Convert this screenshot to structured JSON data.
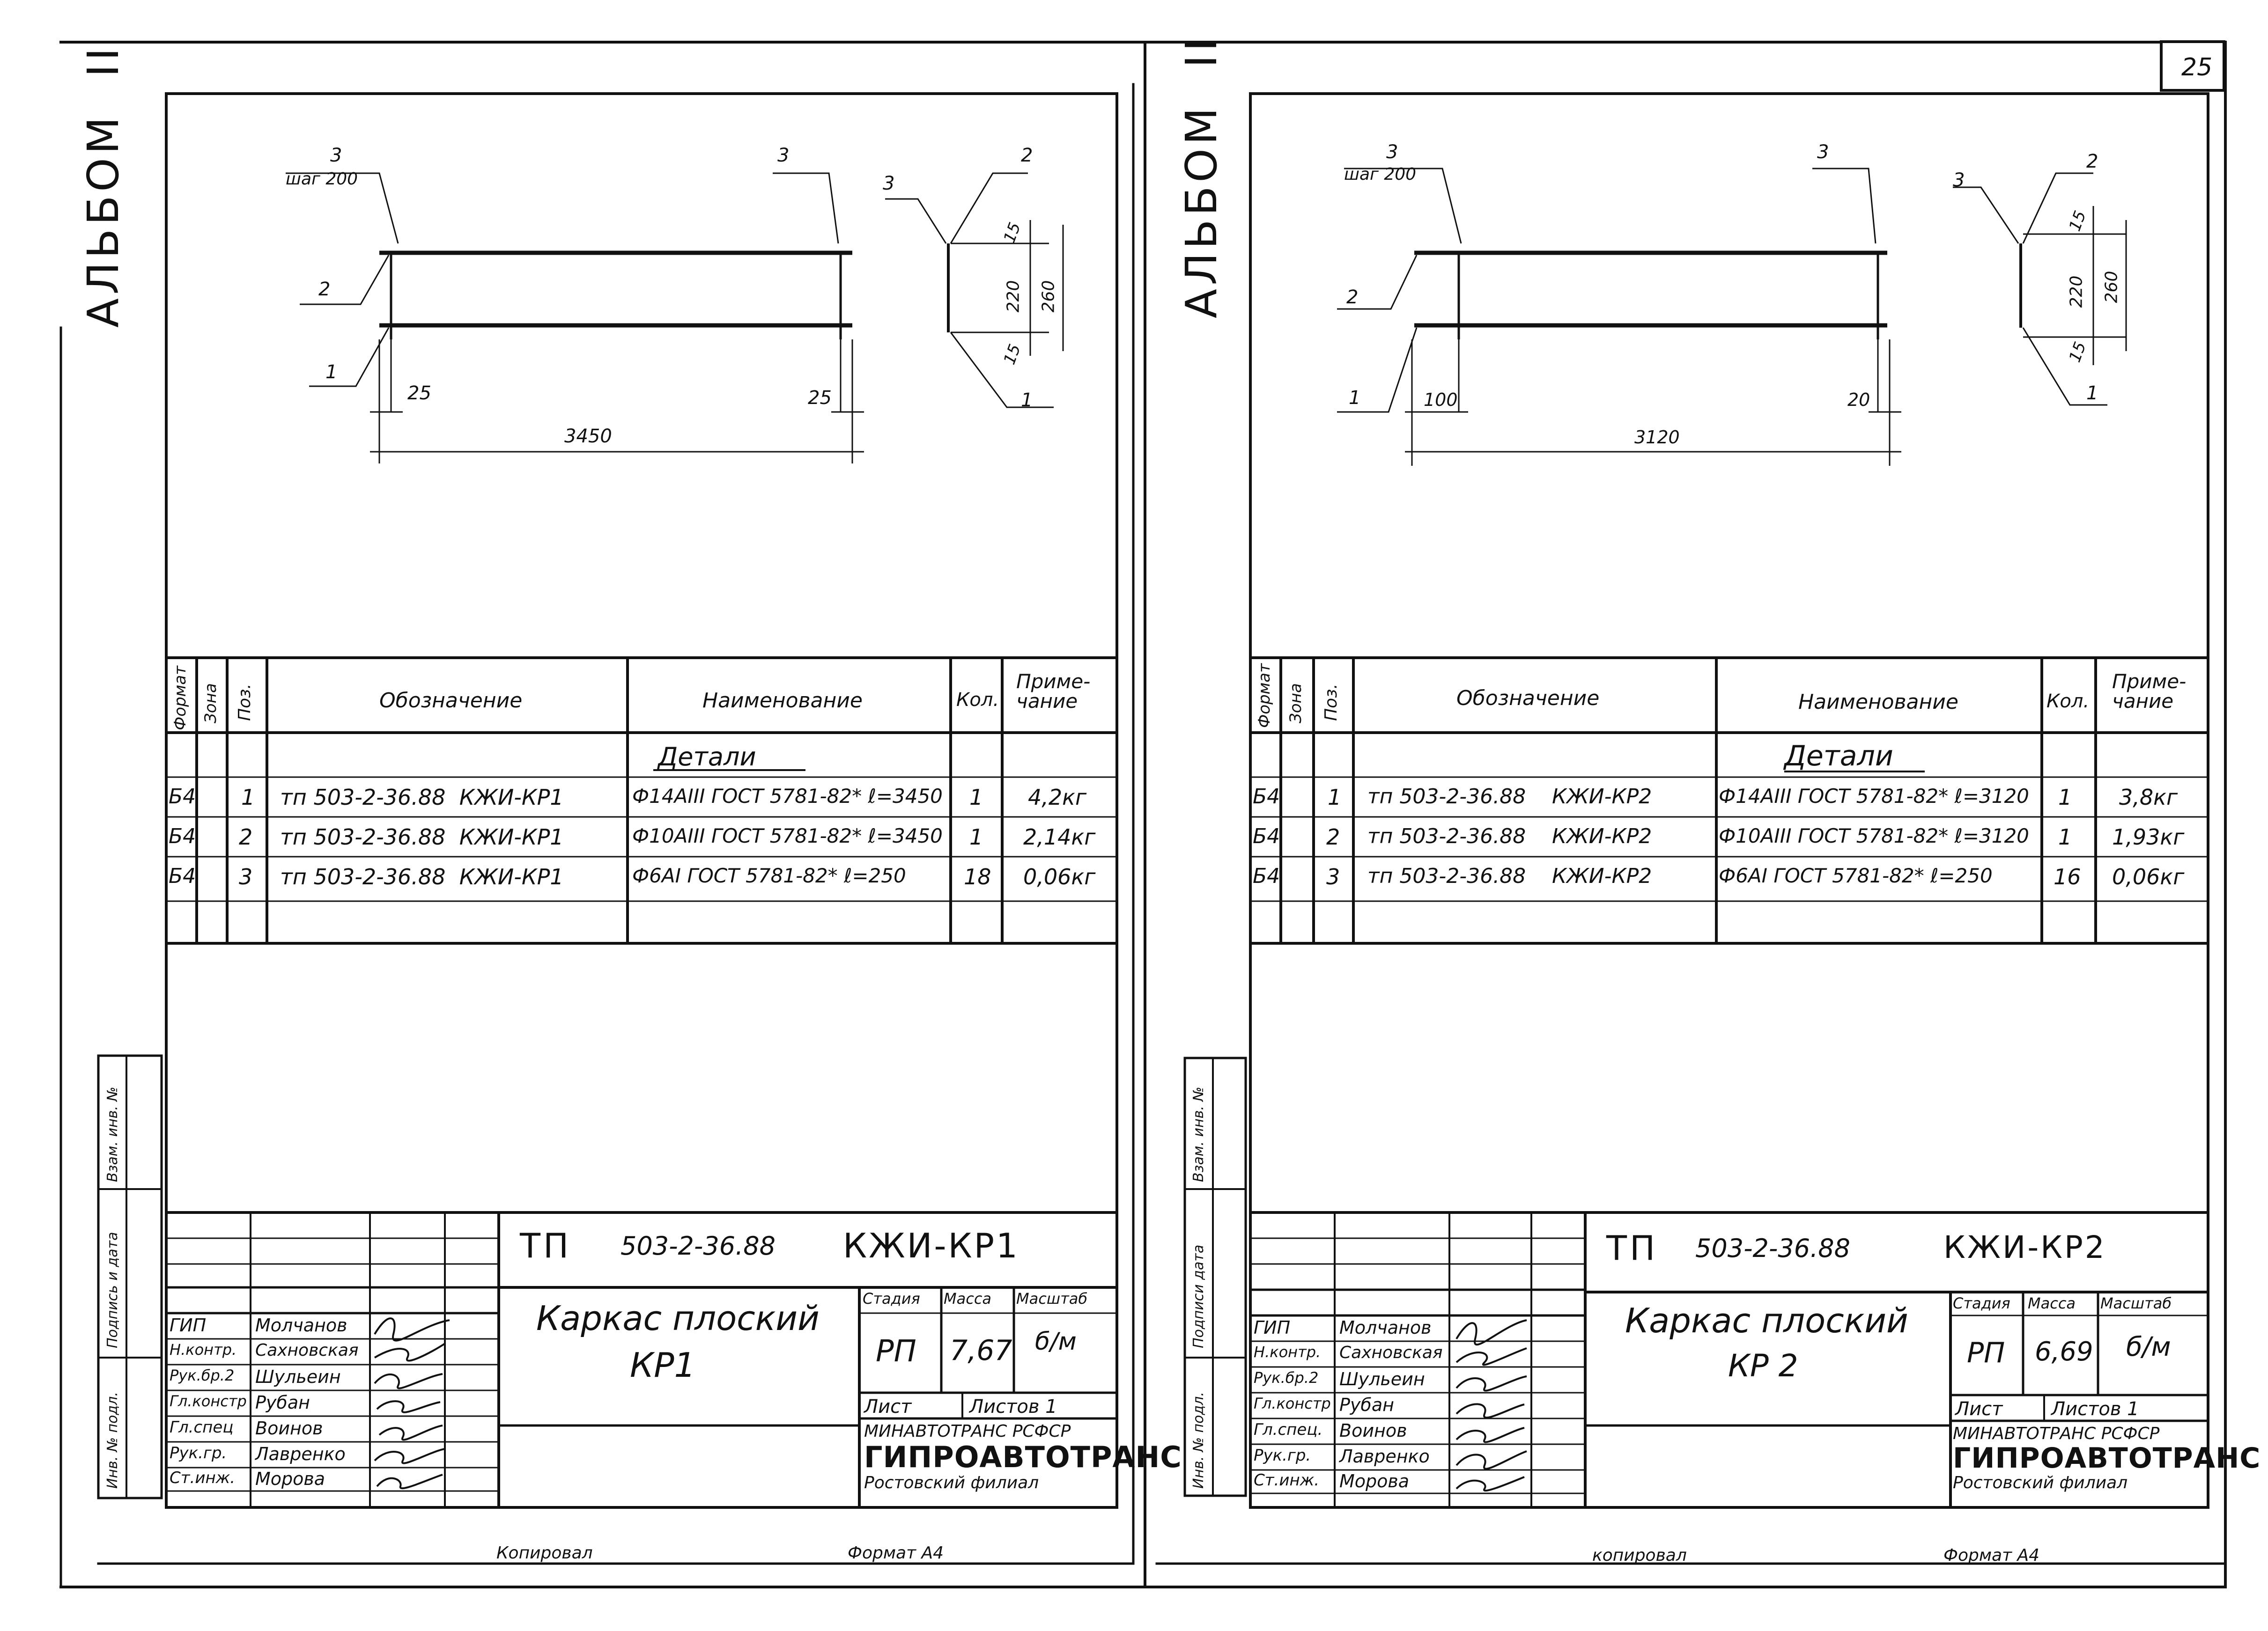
{
  "page_number": "25",
  "footer": {
    "left_copied": "Копировал",
    "left_format": "Формат А4",
    "right_copied": "копировал",
    "right_format": "Формат А4"
  },
  "sheets": [
    {
      "album_label": "АЛЬБОМ",
      "album_numeral": "II",
      "drawing": {
        "callout_1": "1",
        "callout_2": "2",
        "callout_3_left": "3",
        "callout_3_left_step": "шаг 200",
        "callout_3_right": "3",
        "section_callout_3": "3",
        "section_callout_2": "2",
        "section_callout_1": "1",
        "dim_left_offset": "25",
        "dim_right_offset": "25",
        "dim_total": "3450",
        "dim_top": "15",
        "dim_inner": "220",
        "dim_outer": "260",
        "dim_bottom": "15"
      },
      "spec": {
        "headers": {
          "format": "Формат",
          "zone": "Зона",
          "pos": "Поз.",
          "designation": "Обозначение",
          "name": "Наименование",
          "qty": "Кол.",
          "note": "Приме-\nчание"
        },
        "section_title": "Детали",
        "rows": [
          {
            "format": "Б4",
            "pos": "1",
            "designation": "тп 503-2-36.88  КЖИ-КР1",
            "name": "Ф14АIII ГОСТ 5781-82* ℓ=3450",
            "qty": "1",
            "note": "4,2кг"
          },
          {
            "format": "Б4",
            "pos": "2",
            "designation": "тп 503-2-36.88  КЖИ-КР1",
            "name": "Ф10АIII ГОСТ 5781-82* ℓ=3450",
            "qty": "1",
            "note": "2,14кг"
          },
          {
            "format": "Б4",
            "pos": "3",
            "designation": "тп 503-2-36.88  КЖИ-КР1",
            "name": "Ф6АI ГОСТ 5781-82* ℓ=250",
            "qty": "18",
            "note": "0,06кг"
          }
        ]
      },
      "side_labels": {
        "vzam": "Взам. инв. №",
        "podp": "Подпись и дата",
        "inv": "Инв. № подл."
      },
      "title_block": {
        "code_prefix": "ТП",
        "code_number": "503-2-36.88",
        "code_mark": "КЖИ-КР1",
        "title_line1": "Каркас плоский",
        "title_line2": "КР1",
        "stage_label": "Стадия",
        "mass_label": "Масса",
        "scale_label": "Масштаб",
        "stage": "РП",
        "mass": "7,67",
        "scale": "б/м",
        "sheet_label": "Лист",
        "sheets_label": "Листов 1",
        "org_line1": "МИНАВТОТРАНС РСФСР",
        "org_line2": "ГИПРОАВТОТРАНС",
        "org_line3": "Ростовский филиал",
        "signers": [
          {
            "role": "ГИП",
            "name": "Молчанов"
          },
          {
            "role": "Н.контр.",
            "name": "Сахновская"
          },
          {
            "role": "Рук.бр.2",
            "name": "Шульеин"
          },
          {
            "role": "Гл.констр",
            "name": "Рубан"
          },
          {
            "role": "Гл.спец",
            "name": "Воинов"
          },
          {
            "role": "Рук.гр.",
            "name": "Лавренко"
          },
          {
            "role": "Ст.инж.",
            "name": "Морова"
          }
        ]
      }
    },
    {
      "album_label": "АЛЬБОМ",
      "album_numeral": "II",
      "drawing": {
        "callout_1": "1",
        "callout_2": "2",
        "callout_3_left": "3",
        "callout_3_left_step": "шаг 200",
        "callout_3_right": "3",
        "section_callout_3": "3",
        "section_callout_2": "2",
        "section_callout_1": "1",
        "dim_left_offset": "100",
        "dim_right_offset": "20",
        "dim_total": "3120",
        "dim_top": "15",
        "dim_inner": "220",
        "dim_outer": "260",
        "dim_bottom": "15"
      },
      "spec": {
        "headers": {
          "format": "Формат",
          "zone": "Зона",
          "pos": "Поз.",
          "designation": "Обозначение",
          "name": "Наименование",
          "qty": "Кол.",
          "note": "Приме-\nчание"
        },
        "section_title": "Детали",
        "rows": [
          {
            "format": "Б4",
            "pos": "1",
            "designation": "тп 503-2-36.88    КЖИ-КР2",
            "name": "Ф14АIII ГОСТ 5781-82* ℓ=3120",
            "qty": "1",
            "note": "3,8кг"
          },
          {
            "format": "Б4",
            "pos": "2",
            "designation": "тп 503-2-36.88    КЖИ-КР2",
            "name": "Ф10АIII ГОСТ 5781-82* ℓ=3120",
            "qty": "1",
            "note": "1,93кг"
          },
          {
            "format": "Б4",
            "pos": "3",
            "designation": "тп 503-2-36.88    КЖИ-КР2",
            "name": "Ф6АI ГОСТ 5781-82* ℓ=250",
            "qty": "16",
            "note": "0,06кг"
          }
        ]
      },
      "side_labels": {
        "vzam": "Взам. инв. №",
        "podp": "Подписи дата",
        "inv": "Инв. № подл."
      },
      "title_block": {
        "code_prefix": "ТП",
        "code_number": "503-2-36.88",
        "code_mark": "КЖИ-КР2",
        "title_line1": "Каркас плоский",
        "title_line2": "КР 2",
        "stage_label": "Стадия",
        "mass_label": "Масса",
        "scale_label": "Масштаб",
        "stage": "РП",
        "mass": "6,69",
        "scale": "б/м",
        "sheet_label": "Лист",
        "sheets_label": "Листов 1",
        "org_line1": "МИНАВТОТРАНС РСФСР",
        "org_line2": "ГИПРОАВТОТРАНС",
        "org_line3": "Ростовский филиал",
        "signers": [
          {
            "role": "ГИП",
            "name": "Молчанов"
          },
          {
            "role": "Н.контр.",
            "name": "Сахновская"
          },
          {
            "role": "Рук.бр.2",
            "name": "Шульеин"
          },
          {
            "role": "Гл.констр",
            "name": "Рубан"
          },
          {
            "role": "Гл.спец.",
            "name": "Воинов"
          },
          {
            "role": "Рук.гр.",
            "name": "Лавренко"
          },
          {
            "role": "Ст.инж.",
            "name": "Морова"
          }
        ]
      }
    }
  ]
}
